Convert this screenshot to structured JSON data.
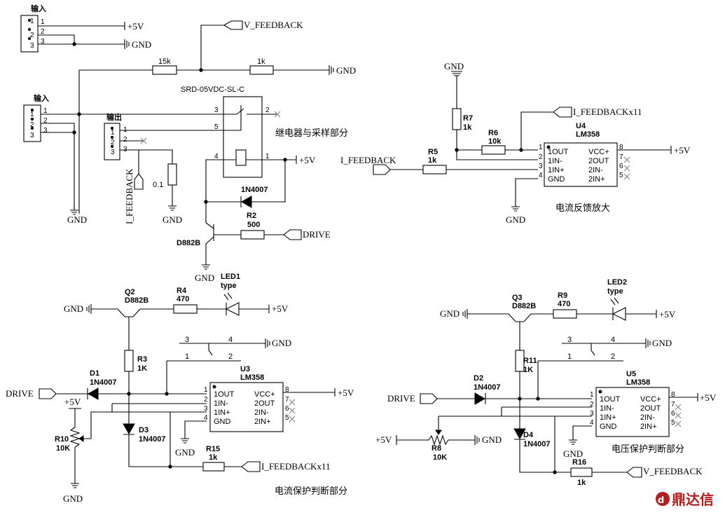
{
  "labels": {
    "in1": "输入",
    "in2": "输入",
    "out1": "输出",
    "p5v": "+5V",
    "gnd": "GND",
    "v_feedback": "V_FEEDBACK",
    "i_feedback": "I_FEEDBACK",
    "i_feedback_x11": "I_FEEDBACKx11",
    "drive": "DRIVE"
  },
  "components": {
    "r15k": "15k",
    "r1k_top": "1k",
    "relay": "SRD-05VDC-SL-C",
    "shunt": "0.1",
    "diode_1n4007": "1N4007",
    "r2": "R2",
    "r2_val": "500",
    "q_d882b": "D882B",
    "r7": "R7",
    "r7_val": "1k",
    "r6": "R6",
    "r6_val": "10k",
    "r5": "R5",
    "r5_val": "1k",
    "u4": "U4",
    "lm358": "LM358",
    "q2": "Q2",
    "q3": "Q3",
    "r4": "R4",
    "r4_val": "470",
    "r9": "R9",
    "r9_val": "470",
    "led1": "LED1",
    "led2": "LED2",
    "led_type": "type",
    "r3": "R3",
    "r3_val": "1K",
    "r11": "R11",
    "r11_val": "1K",
    "d1": "D1",
    "d2": "D2",
    "d3": "D3",
    "d4": "D4",
    "u3": "U3",
    "u5": "U5",
    "r10": "R10",
    "r10_val": "10K",
    "r8": "R8",
    "r8_val": "10K",
    "r15": "R15",
    "r15_val": "1k",
    "r16": "R16",
    "r16_val": "1k"
  },
  "opamp_pins": {
    "left": [
      "1OUT",
      "1IN-",
      "1IN+",
      "GND"
    ],
    "right": [
      "VCC+",
      "2OUT",
      "2IN-",
      "2IN+"
    ]
  },
  "sections": {
    "relay_sampling": "继电器与采样部分",
    "current_feedback_amp": "电流反馈放大",
    "current_protect": "电流保护判断部分",
    "voltage_protect": "电压保护判断部分"
  },
  "logo": "鼎达信"
}
